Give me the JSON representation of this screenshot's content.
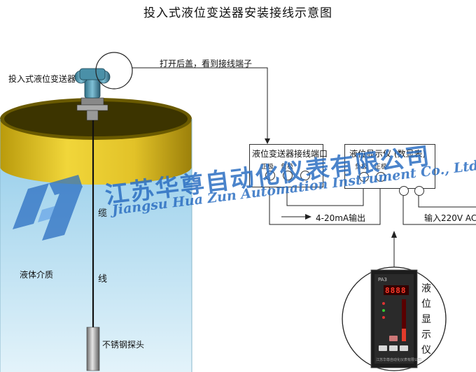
{
  "title": "投入式液位变送器安装接线示意图",
  "labels": {
    "transmitter": "投入式液位变送器",
    "open_cover": "打开后盖，看到接线端子",
    "cable_char1": "缆",
    "cable_char2": "线",
    "liquid": "液体介质",
    "probe": "不锈钢探头",
    "output": "4-20mA输出",
    "power": "输入220V AC",
    "display_vertical": "液位显示仪"
  },
  "terminal_box": {
    "title": "液位变送器接线端口",
    "pos_label": "正极",
    "neg_label": "负极"
  },
  "display_box": {
    "title": "液位显示仪 (数显表)",
    "neg_label": "负极",
    "pos_label": "正极"
  },
  "meter": {
    "model": "PA3",
    "digits": "8888",
    "brand": "江苏华尊自动化仪表有限公司"
  },
  "watermark": {
    "cn": "江苏华尊自动化仪表有限公司",
    "en": "Jiangsu Hua Zun Automation Instrument Co., Ltd."
  },
  "colors": {
    "tank_rim": "#e8cc2a",
    "liquid": "#bfe2f2",
    "brand_blue": "#2c6fc2"
  }
}
